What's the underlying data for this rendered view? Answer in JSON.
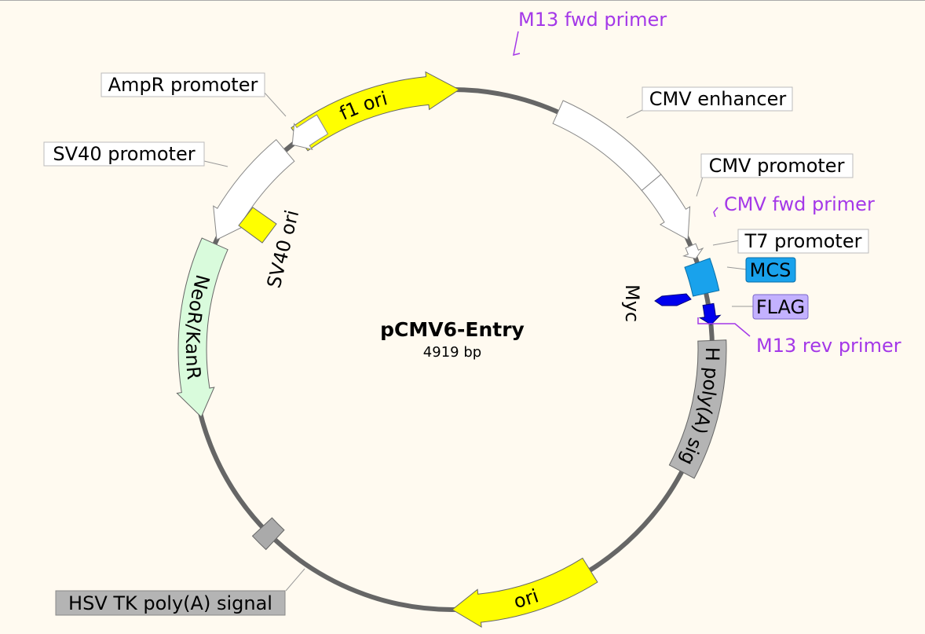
{
  "plasmid": {
    "name": "pCMV6-Entry",
    "size": "4919 bp"
  },
  "features": {
    "f1_ori": "f1 ori",
    "sv40_ori": "SV40 ori",
    "neor_kanr": "NeoR/KanR",
    "ori": "ori",
    "hgh_polya": "hGH poly(A) signal",
    "myc": "Myc"
  },
  "callouts": {
    "ampr_promoter": "AmpR promoter",
    "sv40_promoter": "SV40 promoter",
    "cmv_enhancer": "CMV enhancer",
    "cmv_promoter": "CMV promoter",
    "t7_promoter": "T7 promoter",
    "mcs": "MCS",
    "flag": "FLAG",
    "hsv_tk_polya": "HSV TK poly(A) signal"
  },
  "primers": {
    "m13_fwd": "M13 fwd primer",
    "cmv_fwd": "CMV fwd primer",
    "m13_rev": "M13 rev primer"
  },
  "colors": {
    "background": "#fffaf0",
    "backbone": "#666666",
    "origin_yellow": "#ffff00",
    "promoter_white": "#ffffff",
    "marker_green": "#d9fbdc",
    "polya_gray": "#b4b4b4",
    "mcs_blue": "#19a2ec",
    "tag_blue": "#0000ee",
    "flag_purple": "#c3b1ff",
    "primer_purple": "#a438e8"
  }
}
